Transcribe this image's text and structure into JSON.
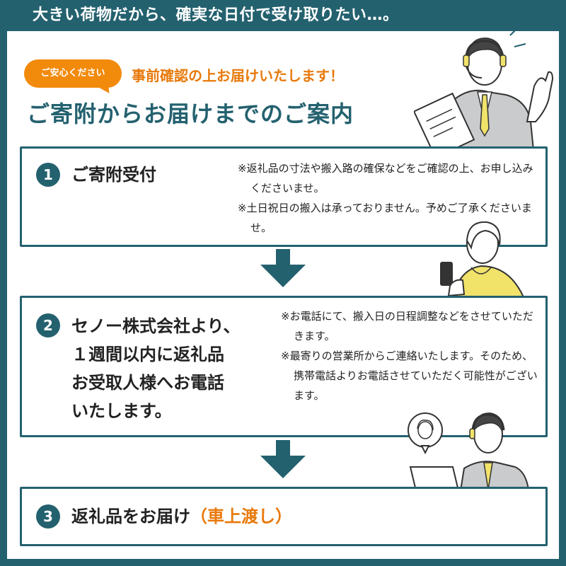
{
  "banner": {
    "text": "大きい荷物だから、確実な日付で受け取りたい…。"
  },
  "intro": {
    "badge": "ご安心ください",
    "subheading": "事前確認の上お届けいたします！",
    "heading": "ご寄附からお届けまでのご案内"
  },
  "steps": [
    {
      "number": "1",
      "title": "ご寄附受付",
      "notes": [
        "※返礼品の寸法や搬入路の確保などをご確認の上、お申し込みくださいませ。",
        "※土日祝日の搬入は承っておりません。予めご了承くださいませ。"
      ]
    },
    {
      "number": "2",
      "title_lines": [
        "セノー株式会社より、",
        "１週間以内に返礼品",
        "お受取人様へお電話",
        "いたします。"
      ],
      "notes": [
        "※お電話にて、搬入日の日程調整などをさせていただきます。",
        "※最寄りの営業所からご連絡いたします。そのため、携帯電話よりお電話させていただく可能性がございます。"
      ]
    },
    {
      "number": "3",
      "title": "返礼品をお届け",
      "title_suffix": "（車上渡し）"
    }
  ],
  "colors": {
    "teal": "#24616f",
    "orange": "#f28a0c",
    "orange_text": "#e8790a"
  },
  "icons": [
    "operator-with-clipboard",
    "woman-with-phone",
    "operator-at-laptop",
    "customer-speech-bubble",
    "down-arrow-icon"
  ]
}
